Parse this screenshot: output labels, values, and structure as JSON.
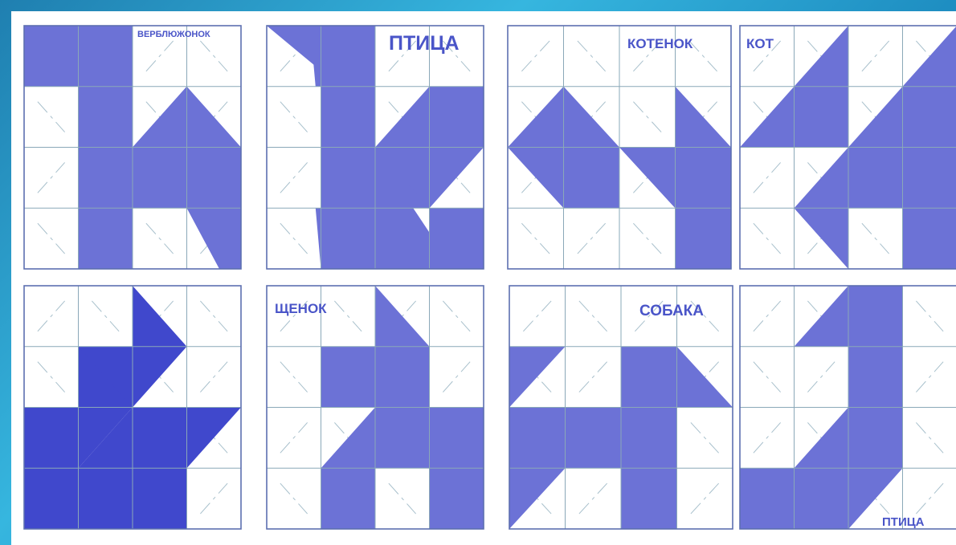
{
  "colors": {
    "fill": "#6c72d6",
    "fill_dark": "#4048cc",
    "grid": "#8aa8b8",
    "guide": "#a8c0cc",
    "label": "#4a55c8"
  },
  "puzzles": [
    {
      "label": "ВЕРБЛЮЖОНОК",
      "theme": "normal"
    },
    {
      "label": "ПТИЦА",
      "theme": "normal"
    },
    {
      "label": "КОТЕНОК",
      "theme": "normal"
    },
    {
      "label": "КОТ",
      "theme": "normal"
    },
    {
      "label": "",
      "theme": "dark"
    },
    {
      "label": "ЩЕНОК",
      "theme": "normal"
    },
    {
      "label": "СОБАКА",
      "theme": "normal"
    },
    {
      "label": "ПТИЦА",
      "theme": "normal"
    }
  ]
}
